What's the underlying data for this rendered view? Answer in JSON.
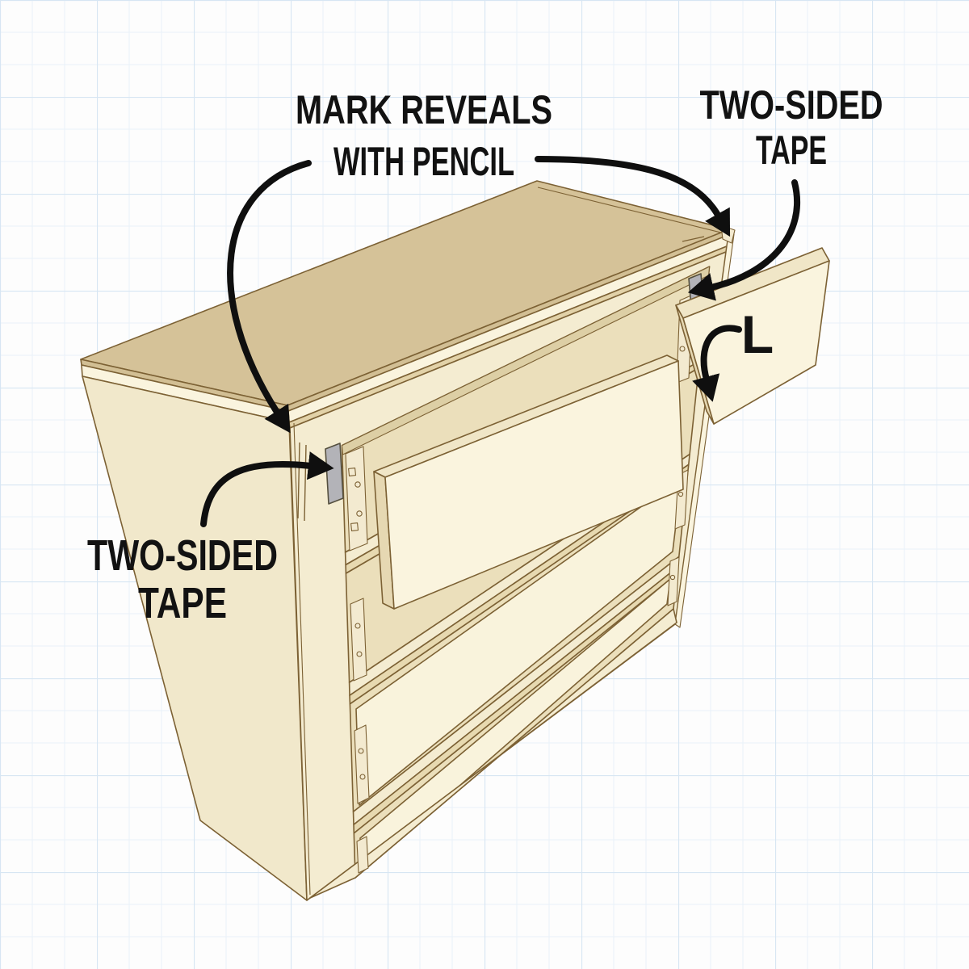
{
  "figure": {
    "annotations": {
      "mark_reveals": {
        "line1": "MARK REVEALS",
        "line2": "WITH PENCIL"
      },
      "tape_top_right": {
        "line1": "TWO-SIDED",
        "line2": "TAPE"
      },
      "tape_left": {
        "line1": "TWO-SIDED",
        "line2": "TAPE"
      },
      "drawer_front_label": "L"
    },
    "colors": {
      "background": "#fdfdfd",
      "grid_minor": "#e9f1f9",
      "grid_major": "#d7e6f3",
      "top_face": "#d5c298",
      "side_panel": "#f1e8cb",
      "front_base": "#f4ecd1",
      "opening": "#ebdfbb",
      "opening_shadow": "#ddcfa5",
      "drawer_front": "#f9f3dc",
      "panel_face": "#faf4de",
      "panel_edge_top": "#f0e6c7",
      "panel_edge_side": "#e6d8b2",
      "rail_lip": "#e7d9b0",
      "rim_tan": "#d2bf94",
      "rim_light": "#faf4de",
      "rim_shadow": "#e2d2a8",
      "hardware": "#f3ead0",
      "outline": "#7c6134",
      "tape_fill": "#b3b3b8",
      "tape_stroke": "#55503f",
      "arrow": "#0f0f0f",
      "text": "#121212"
    }
  }
}
